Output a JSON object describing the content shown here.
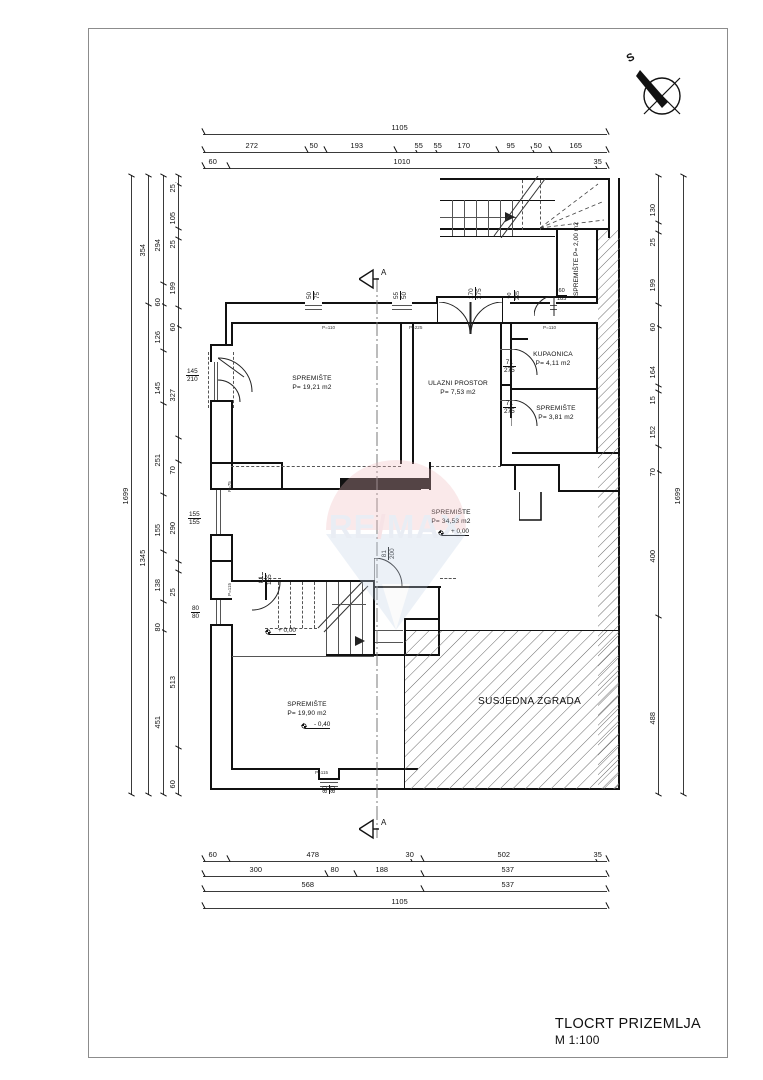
{
  "title_block": {
    "title": "TLOCRT PRIZEMLJA",
    "scale": "M 1:100"
  },
  "north_arrow": {
    "label": "S"
  },
  "section_marks": [
    {
      "label": "A",
      "position": "top"
    },
    {
      "label": "A",
      "position": "bottom"
    }
  ],
  "watermark": {
    "text_left": "RE",
    "text_slash": "/",
    "text_right": "MAX"
  },
  "rooms": [
    {
      "name": "SPREMIŠTE",
      "area": "P= 19,21 m2"
    },
    {
      "name": "ULAZNI PROSTOR",
      "area": "P= 7,53 m2"
    },
    {
      "name": "KUPAONICA",
      "area": "P= 4,11 m2"
    },
    {
      "name": "SPREMIŠTE",
      "area": "P= 3,81 m2"
    },
    {
      "name": "SPREMIŠTE",
      "area": "P= 2,00 m2"
    },
    {
      "name": "SPREMIŠTE",
      "area": "P= 34,53 m2"
    },
    {
      "name": "SPREMIŠTE",
      "area": "P= 19,90 m2"
    }
  ],
  "neighbour_building": {
    "label": "SUSJEDNA ZGRADA"
  },
  "elevations": [
    {
      "value": "+ 0,00"
    },
    {
      "value": "+ 0,00"
    },
    {
      "value": "- 0,40"
    }
  ],
  "openings": {
    "top_wall": [
      {
        "width": "50",
        "height": "75",
        "tag": "P=110"
      },
      {
        "width": "55",
        "height": "50",
        "tag": "P=225"
      },
      {
        "width": "170",
        "height": "275",
        "tag": ""
      },
      {
        "width": "90",
        "height": "225",
        "tag": "P=110"
      }
    ],
    "left_wall": [
      {
        "width": "145",
        "height": "210",
        "tag": ""
      },
      {
        "width": "155",
        "height": "155",
        "tag": "P=75"
      },
      {
        "width": "80",
        "height": "80",
        "tag": "P=115"
      }
    ],
    "interior": [
      {
        "width": "71",
        "height": "275"
      },
      {
        "width": "71",
        "height": "275"
      },
      {
        "width": "81",
        "height": "200"
      },
      {
        "width": "81",
        "height": "155"
      },
      {
        "width": "60",
        "height": "185"
      }
    ],
    "bottom_wall": [
      {
        "width": "80",
        "height": "80",
        "tag": "P=115"
      }
    ]
  },
  "dimensions": {
    "top": {
      "chain_overall": [
        "1105"
      ],
      "chain_detail": [
        "272",
        "50",
        "193",
        "55",
        "55",
        "170",
        "95",
        "50",
        "165"
      ],
      "chain_mid": [
        "60",
        "1010",
        "35"
      ]
    },
    "bottom": {
      "chain_1": [
        "60",
        "478",
        "30",
        "502",
        "35"
      ],
      "chain_2": [
        "300",
        "80",
        "188",
        "537"
      ],
      "chain_3": [
        "568",
        "537"
      ],
      "chain_overall": [
        "1105"
      ]
    },
    "left": {
      "chain_overall": [
        "1699"
      ],
      "chain_2": [
        "354",
        "1345"
      ],
      "chain_3": [
        "294",
        "60",
        "126",
        "145",
        "251",
        "155",
        "138",
        "80",
        "451"
      ],
      "chain_4": [
        "25",
        "105",
        "25",
        "199",
        "60",
        "327",
        "70",
        "290",
        "25",
        "513",
        "60"
      ]
    },
    "right": {
      "chain_detail": [
        "130",
        "25",
        "199",
        "60",
        "164",
        "15",
        "152",
        "70",
        "400",
        "488"
      ],
      "chain_overall": [
        "1699"
      ]
    }
  }
}
